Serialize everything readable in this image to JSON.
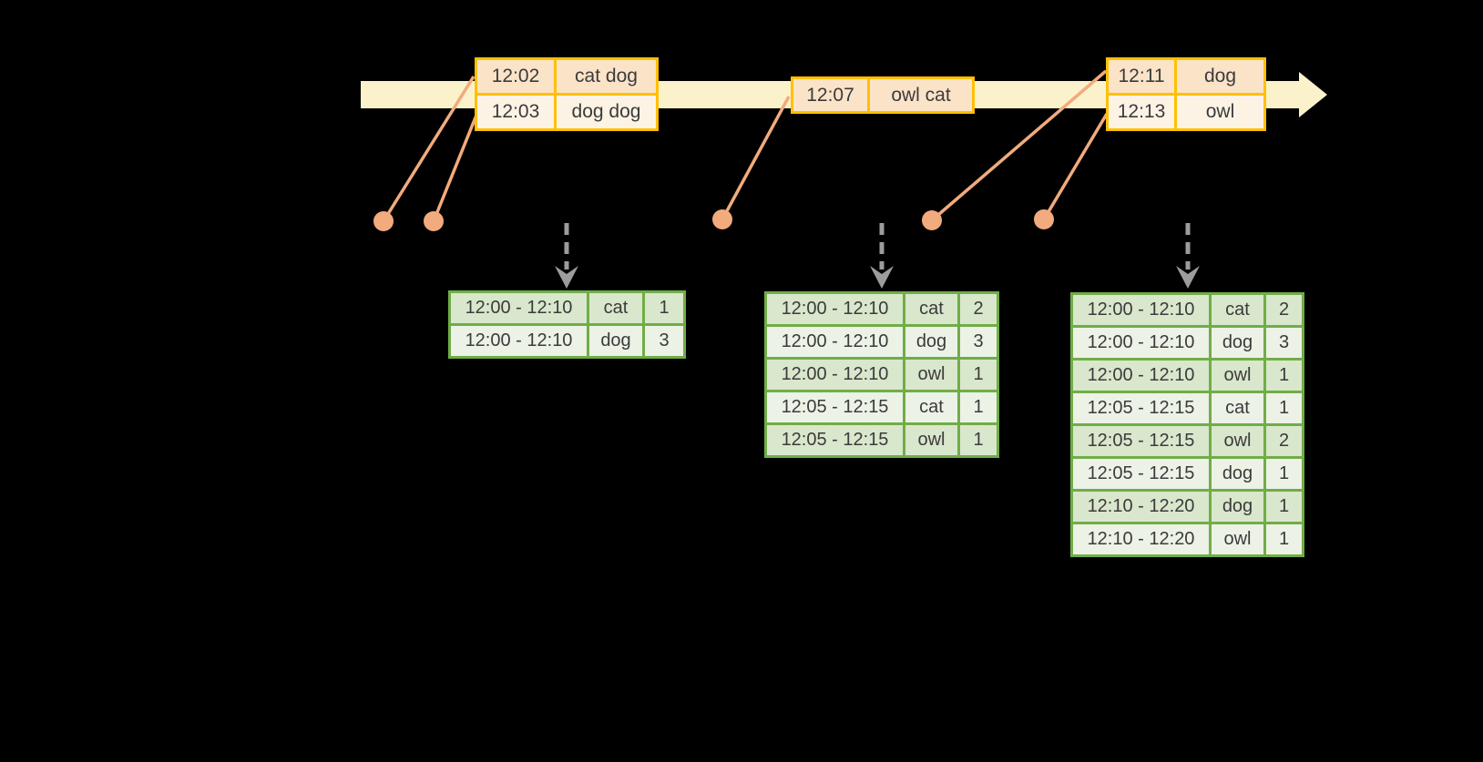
{
  "colors": {
    "background": "#000000",
    "band": "#FBF2CC",
    "event_border": "#FFC000",
    "event_row_dark": "#FBE3C8",
    "event_row_light": "#FDF3E5",
    "marker": "#F2AB7C",
    "result_border": "#70AD47",
    "result_row_dark": "#D9E7CC",
    "result_row_light": "#ECF2E5",
    "text": "#3B3B3B",
    "arrow_gray": "#9C9C9C"
  },
  "icons": {
    "timeline_arrow": "right-pointing pale-yellow arrow band",
    "event_dot": "filled salmon circle",
    "trigger_arrow": "gray dashed downward arrow"
  },
  "event_tables": [
    {
      "rows": [
        [
          "12:02",
          "cat dog"
        ],
        [
          "12:03",
          "dog dog"
        ]
      ]
    },
    {
      "rows": [
        [
          "12:07",
          "owl cat"
        ]
      ]
    },
    {
      "rows": [
        [
          "12:11",
          "dog"
        ],
        [
          "12:13",
          "owl"
        ]
      ]
    }
  ],
  "result_tables": [
    {
      "rows": [
        [
          "12:00 - 12:10",
          "cat",
          "1"
        ],
        [
          "12:00 - 12:10",
          "dog",
          "3"
        ]
      ]
    },
    {
      "rows": [
        [
          "12:00 - 12:10",
          "cat",
          "2"
        ],
        [
          "12:00 - 12:10",
          "dog",
          "3"
        ],
        [
          "12:00 - 12:10",
          "owl",
          "1"
        ],
        [
          "12:05 - 12:15",
          "cat",
          "1"
        ],
        [
          "12:05 - 12:15",
          "owl",
          "1"
        ]
      ]
    },
    {
      "rows": [
        [
          "12:00 - 12:10",
          "cat",
          "2"
        ],
        [
          "12:00 - 12:10",
          "dog",
          "3"
        ],
        [
          "12:00 - 12:10",
          "owl",
          "1"
        ],
        [
          "12:05 - 12:15",
          "cat",
          "1"
        ],
        [
          "12:05 - 12:15",
          "owl",
          "2"
        ],
        [
          "12:05 - 12:15",
          "dog",
          "1"
        ],
        [
          "12:10 - 12:20",
          "dog",
          "1"
        ],
        [
          "12:10 - 12:20",
          "owl",
          "1"
        ]
      ]
    }
  ]
}
